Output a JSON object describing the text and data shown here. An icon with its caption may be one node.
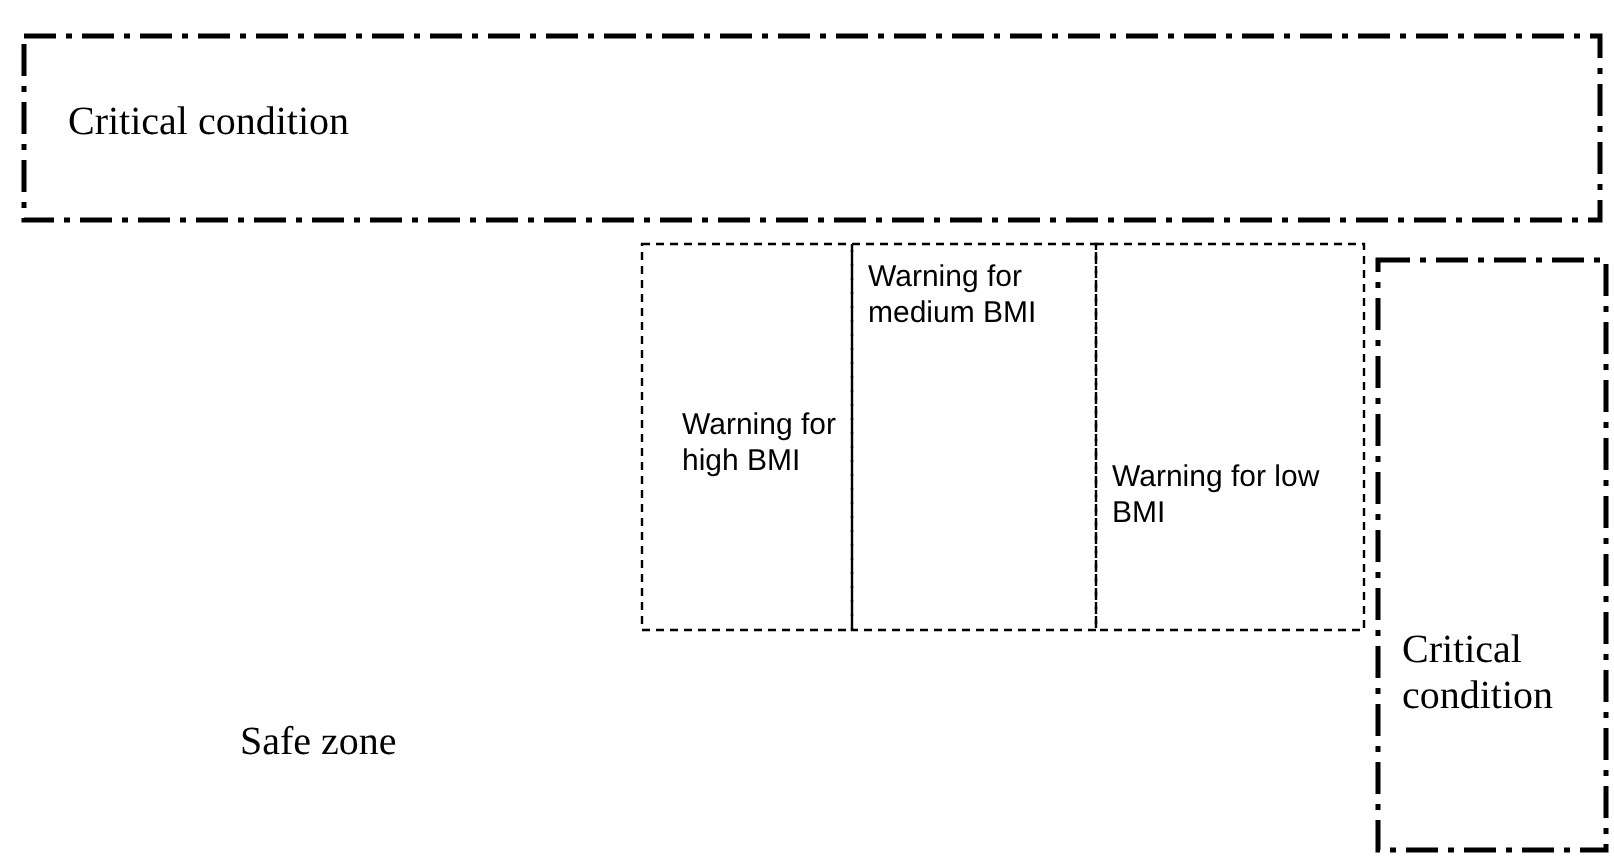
{
  "diagram": {
    "nodes": [
      {
        "text": [
          "Critical condition"
        ]
      },
      {
        "text": [
          "Warning for high BMI"
        ]
      },
      {
        "text": [
          "Warning for medium BMI"
        ]
      },
      {
        "text": [
          "Warning for low BMI"
        ]
      },
      {
        "text": [
          "Critical condition"
        ]
      }
    ],
    "labels": [
      "Safe zone"
    ]
  }
}
